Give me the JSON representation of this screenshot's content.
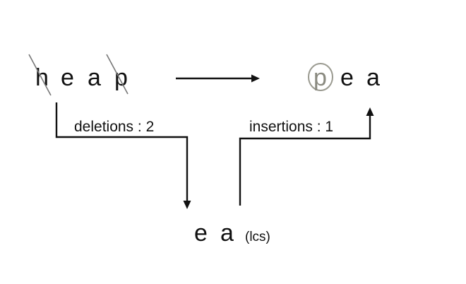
{
  "source_word": {
    "letters": [
      "h",
      "e",
      "a",
      "p"
    ],
    "deleted": [
      true,
      false,
      false,
      true
    ]
  },
  "target_word": {
    "letters": [
      "p",
      "e",
      "a"
    ],
    "inserted": [
      true,
      false,
      false
    ]
  },
  "lcs": {
    "letters": [
      "e",
      "a"
    ],
    "tag": "(lcs)"
  },
  "labels": {
    "deletions": "deletions : 2",
    "insertions": "insertions : 1"
  },
  "colors": {
    "text": "#111111",
    "deleted_strike": "#777777",
    "inserted_letter": "#8a8a80",
    "inserted_circle": "#9a9a90"
  }
}
